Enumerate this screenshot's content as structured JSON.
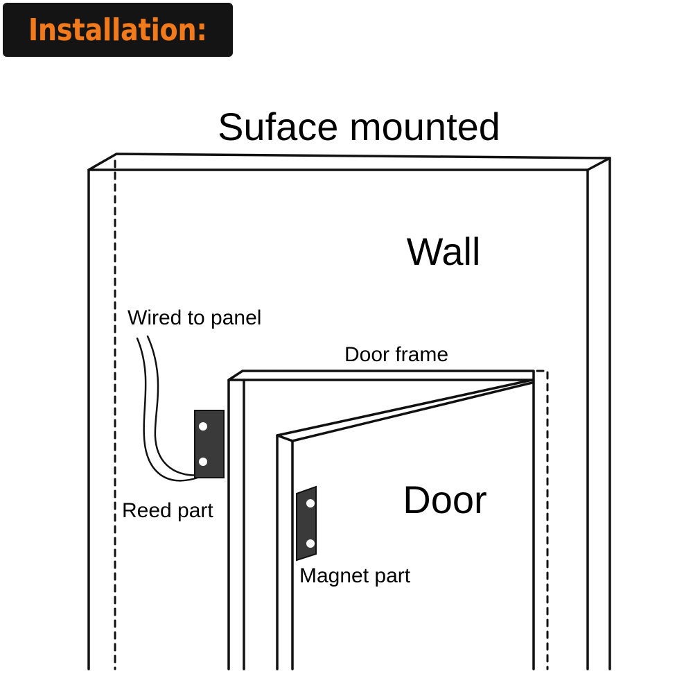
{
  "badge": {
    "text": "Installation:",
    "bg_color": "#141414",
    "text_color": "#f07a1c"
  },
  "diagram": {
    "title": "Suface mounted",
    "wall_label": "Wall",
    "door_label": "Door",
    "door_frame_label": "Door frame",
    "wire_label": "Wired to panel",
    "reed_label": "Reed part",
    "magnet_label": "Magnet part",
    "component_color": "#3a3a3a"
  }
}
